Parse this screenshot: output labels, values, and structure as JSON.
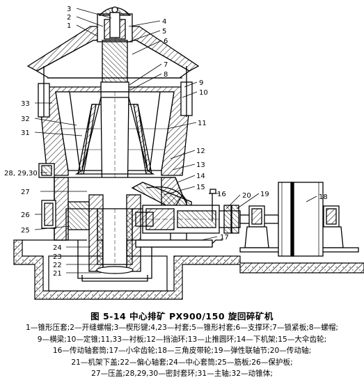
{
  "figure": {
    "caption": "图 5-14   中心排矿 PX900/150 旋回碎矿机",
    "legend_lines": [
      "1—锥形压套;2—开缝螺帽;3—楔形键;4,23—衬套;5—锥形衬套;6—支撑环;7—锁紧板;8—螺帽;",
      "9—横梁;10—定锥;11,33—衬板;12—挡油环;13—止推圆环;14—下机架;15—大伞齿轮;",
      "16—传动轴套筒;17—小伞齿轮;18—三角皮带轮;19—弹性联轴节;20—传动轴;",
      "21—机架下盖;22—偏心轴套;24—中心套筒;25—筋板;26—保护板;",
      "27—压盖;28,29,30—密封套环;31—主轴;32—动锥体;"
    ]
  },
  "callouts": {
    "n1": "1",
    "n2": "2",
    "n3": "3",
    "n4": "4",
    "n5": "5",
    "n6": "6",
    "n7": "7",
    "n8": "8",
    "n9": "9",
    "n10": "10",
    "n11": "11",
    "n12": "12",
    "n13": "13",
    "n14": "14",
    "n15": "15",
    "n16": "16",
    "n17": "17",
    "n18": "18",
    "n19": "19",
    "n20": "20",
    "n21": "21",
    "n22": "22",
    "n23": "23",
    "n24": "24",
    "n25": "25",
    "n26": "26",
    "n27": "27",
    "n28": "28, 29,30",
    "n31": "31",
    "n32": "32",
    "n33": "33"
  }
}
